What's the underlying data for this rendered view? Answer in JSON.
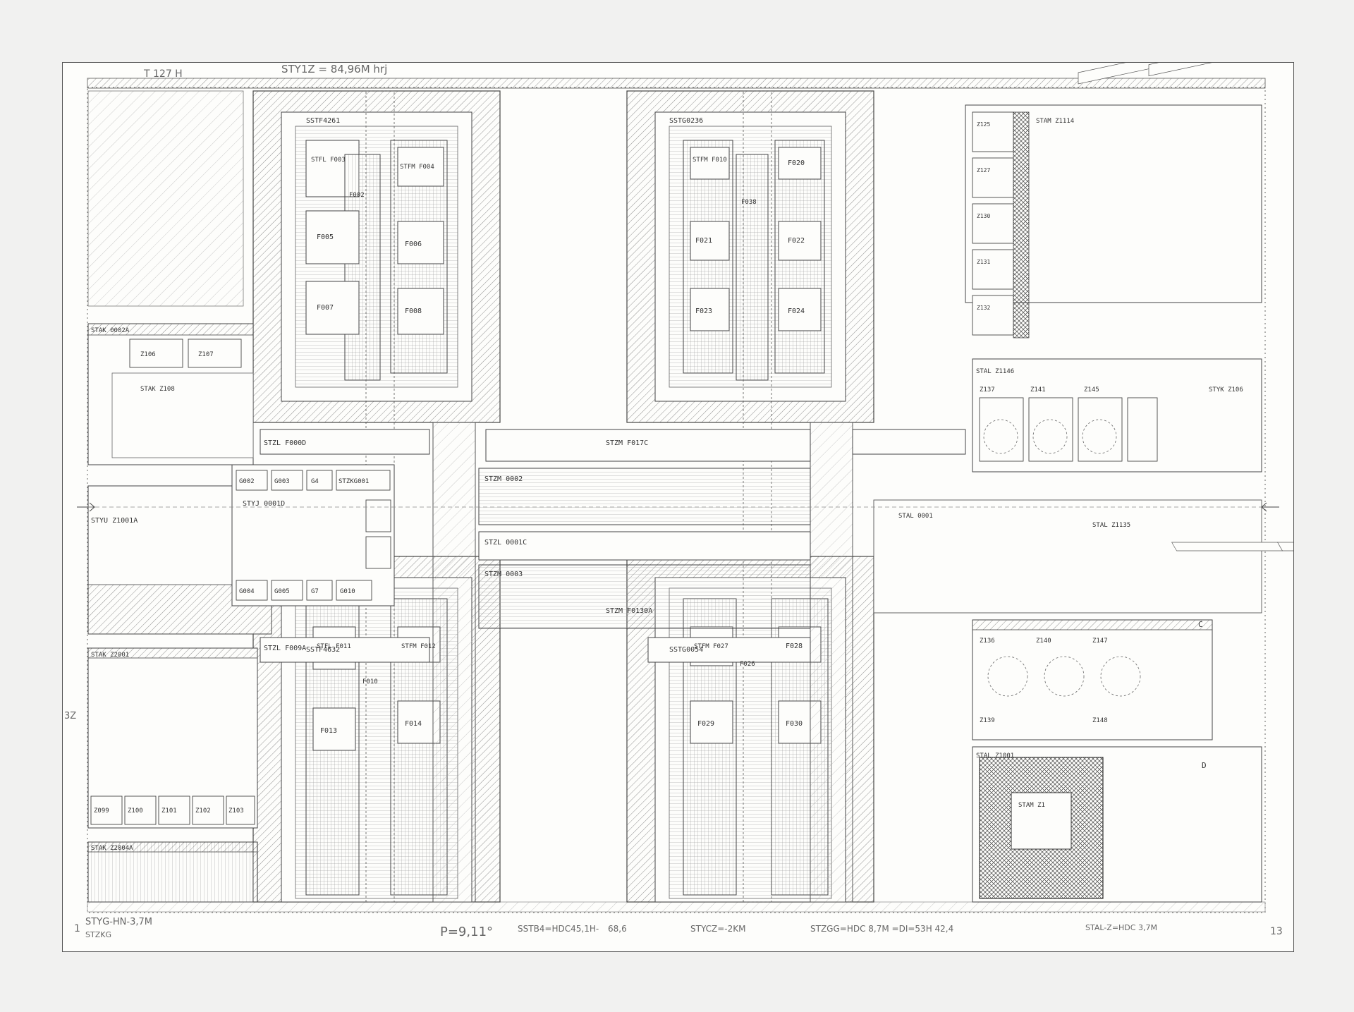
{
  "header": {
    "corner_tag": "T 127 H",
    "top_note": "STY1Z = 84,96M hrj"
  },
  "blocks": {
    "nw_block": "SSTF4261",
    "ne_block": "SSTG0236",
    "sw_block": "SSTF4632",
    "se_block": "SSTG0054"
  },
  "rooms": {
    "nw": [
      "F005",
      "F006",
      "F007",
      "F008",
      "F002"
    ],
    "nw_unit": "STFL F003",
    "nw_unit2": "STFM F004",
    "ne": [
      "F021",
      "F022",
      "F023",
      "F024",
      "F038"
    ],
    "ne_unit": "STFM F010",
    "ne_unit2": "F020",
    "sw": [
      "F010",
      "F013",
      "F014"
    ],
    "sw_unit": "STFL F011",
    "sw_unit2": "STFM F012",
    "se": [
      "F026",
      "F029",
      "F030"
    ],
    "se_unit": "STFM F027",
    "se_unit2": "F028"
  },
  "corridors": {
    "c1": "STZL F000D",
    "c2": "STZM F017C",
    "c3": "STZM 0002",
    "c4": "STZL 0001C",
    "c5": "STZM 0003",
    "c6": "STZL F009A",
    "c7": "STZM F0130A"
  },
  "west": {
    "stak1": "STAK 0002A",
    "stak_rooms": [
      "Z106",
      "Z107"
    ],
    "stak2": "STAK Z108",
    "styu": "STYU Z1001A",
    "styj": "STYJ 0001D",
    "room_row_top": [
      "G002",
      "G003",
      "G4",
      "STZKG001"
    ],
    "room_row_bottom": [
      "G004",
      "G005",
      "G7",
      "G010"
    ],
    "stak3": "STAK Z2001",
    "stak_row": [
      "Z099",
      "Z100",
      "Z101",
      "Z102",
      "Z103"
    ],
    "stak4": "STAK Z2004A"
  },
  "east": {
    "stam": "STAM Z1114",
    "stam_rooms": [
      "Z125",
      "Z127",
      "Z130",
      "Z131",
      "Z132"
    ],
    "stal1": "STAL Z1146",
    "stal_rooms": [
      "Z137",
      "Z141",
      "Z145"
    ],
    "styk": "STYK Z106",
    "stal_lower": [
      "STAL 0001",
      "STAL Z1135"
    ],
    "south_rooms": [
      "Z136",
      "Z140",
      "Z147",
      "Z139",
      "Z148"
    ],
    "stal_bottom": "STAL Z1001",
    "stam_bottom": "STAM Z1",
    "c_tag": "C",
    "d_tag": "D"
  },
  "footer": {
    "f1": "STYG-HN-3,7M",
    "f1b": "STZKG",
    "f2": "P=9,11°",
    "f3": "SSTB4=HDC45,1H-",
    "f3b": "68,6",
    "f4": "STYCZ=-2KM",
    "f5": "STZGG=HDC 8,7M =DI=53H 42,4",
    "f6": "STAL-Z=HDC 3,7M",
    "page_no": "13",
    "left_no": "1"
  },
  "side_marks": {
    "left": "3Z"
  },
  "colors": {
    "ink": "#3a3a3a",
    "paper": "#fdfdfb",
    "background": "#f1f1f0"
  }
}
